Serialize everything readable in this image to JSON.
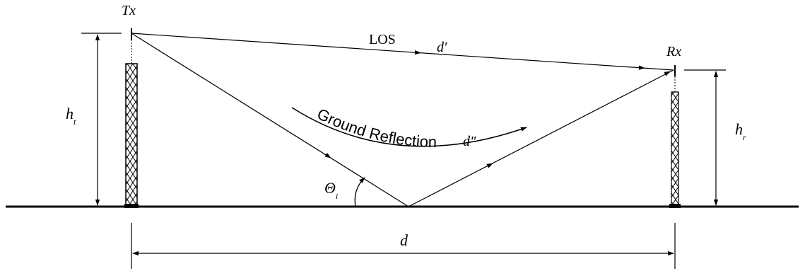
{
  "labels": {
    "tx": "Tx",
    "rx": "Rx",
    "los": "LOS",
    "d_prime": "d′",
    "ground_reflection": "Ground Reflection",
    "d_double_prime": "d\"",
    "ht_main": "h",
    "ht_sub": "t",
    "hr_main": "h",
    "hr_sub": "r",
    "theta_main": "Θ",
    "theta_sub": "i",
    "d": "d"
  },
  "colors": {
    "ink": "#000000",
    "background": "#ffffff"
  }
}
